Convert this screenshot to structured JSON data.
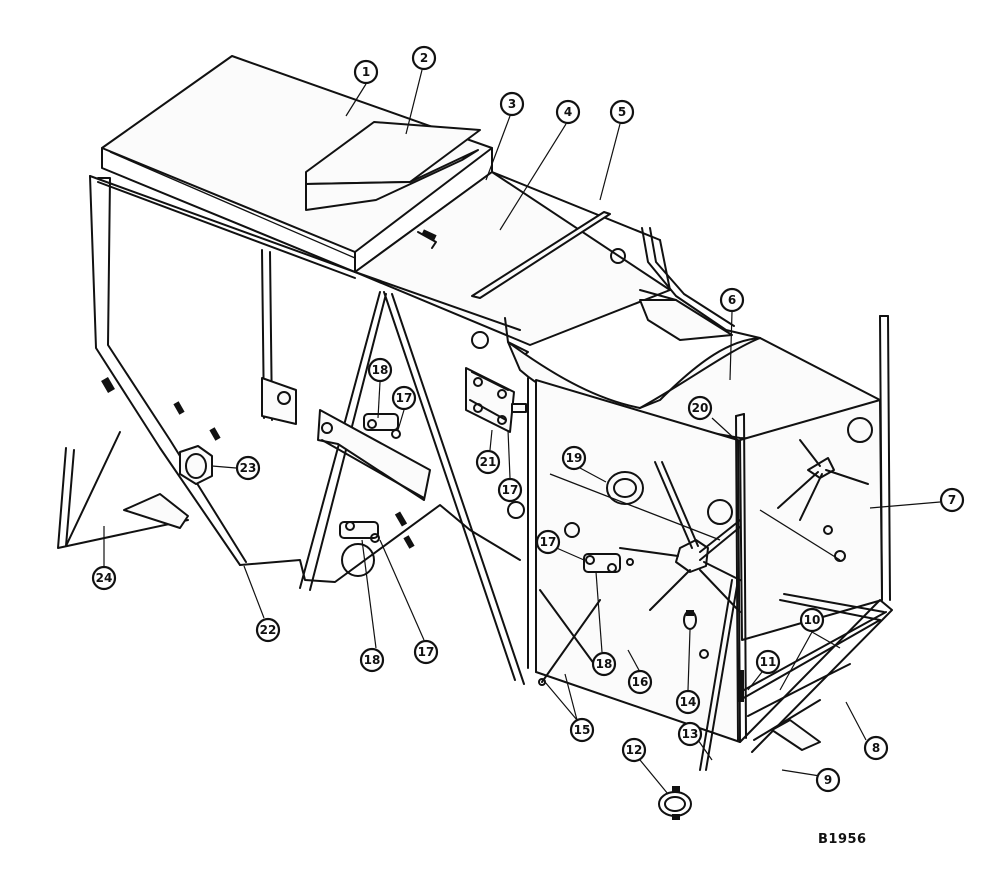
{
  "diagram": {
    "reference_code": "B1956",
    "callouts": [
      {
        "id": "c1",
        "label": "1"
      },
      {
        "id": "c2",
        "label": "2"
      },
      {
        "id": "c3",
        "label": "3"
      },
      {
        "id": "c4",
        "label": "4"
      },
      {
        "id": "c5",
        "label": "5"
      },
      {
        "id": "c6",
        "label": "6"
      },
      {
        "id": "c7",
        "label": "7"
      },
      {
        "id": "c8",
        "label": "8"
      },
      {
        "id": "c9",
        "label": "9"
      },
      {
        "id": "c10",
        "label": "10"
      },
      {
        "id": "c11",
        "label": "11"
      },
      {
        "id": "c12",
        "label": "12"
      },
      {
        "id": "c13",
        "label": "13"
      },
      {
        "id": "c14",
        "label": "14"
      },
      {
        "id": "c15",
        "label": "15"
      },
      {
        "id": "c16",
        "label": "16"
      },
      {
        "id": "c17a",
        "label": "17"
      },
      {
        "id": "c17b",
        "label": "17"
      },
      {
        "id": "c17c",
        "label": "17"
      },
      {
        "id": "c17d",
        "label": "17"
      },
      {
        "id": "c18a",
        "label": "18"
      },
      {
        "id": "c18b",
        "label": "18"
      },
      {
        "id": "c18c",
        "label": "18"
      },
      {
        "id": "c20",
        "label": "20"
      },
      {
        "id": "c19",
        "label": "19"
      },
      {
        "id": "c21",
        "label": "21"
      },
      {
        "id": "c22",
        "label": "22"
      },
      {
        "id": "c23",
        "label": "23"
      },
      {
        "id": "c24",
        "label": "24"
      }
    ]
  }
}
